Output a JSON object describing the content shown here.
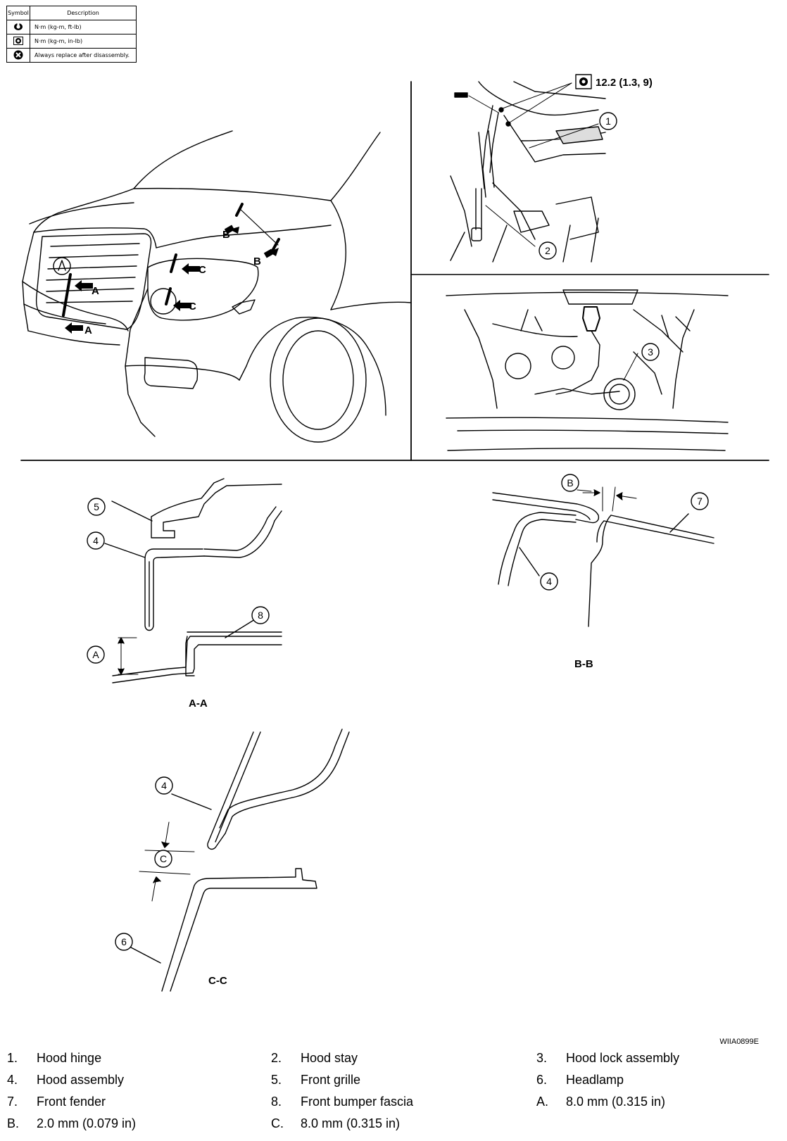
{
  "legend": {
    "header_symbol": "Symbol",
    "header_description": "Description",
    "rows": [
      {
        "icon": "wrench-torque-icon",
        "description": "N·m (kg-m, ft-lb)"
      },
      {
        "icon": "wrench-torque-inlb-icon",
        "description": "N·m (kg-m, in-lb)"
      },
      {
        "icon": "replace-x-icon",
        "description": "Always replace after disassembly."
      }
    ]
  },
  "diagram": {
    "torque_value": "12.2 (1.3, 9)",
    "section_aa": "A-A",
    "section_bb": "B-B",
    "section_cc": "C-C",
    "callout_a": "A",
    "callout_b": "B",
    "callout_c": "C",
    "n1": "1",
    "n2": "2",
    "n3": "3",
    "n4": "4",
    "n5": "5",
    "n6": "6",
    "n7": "7",
    "n8": "8"
  },
  "ref_code": "WIIA0899E",
  "parts": [
    {
      "key": "1.",
      "value": "Hood hinge"
    },
    {
      "key": "2.",
      "value": "Hood stay"
    },
    {
      "key": "3.",
      "value": "Hood lock assembly"
    },
    {
      "key": "4.",
      "value": "Hood assembly"
    },
    {
      "key": "5.",
      "value": "Front grille"
    },
    {
      "key": "6.",
      "value": "Headlamp"
    },
    {
      "key": "7.",
      "value": "Front fender"
    },
    {
      "key": "8.",
      "value": "Front bumper fascia"
    },
    {
      "key": "A.",
      "value": "8.0 mm (0.315 in)"
    },
    {
      "key": "B.",
      "value": "2.0 mm (0.079 in)"
    },
    {
      "key": "C.",
      "value": "8.0 mm (0.315 in)"
    }
  ]
}
